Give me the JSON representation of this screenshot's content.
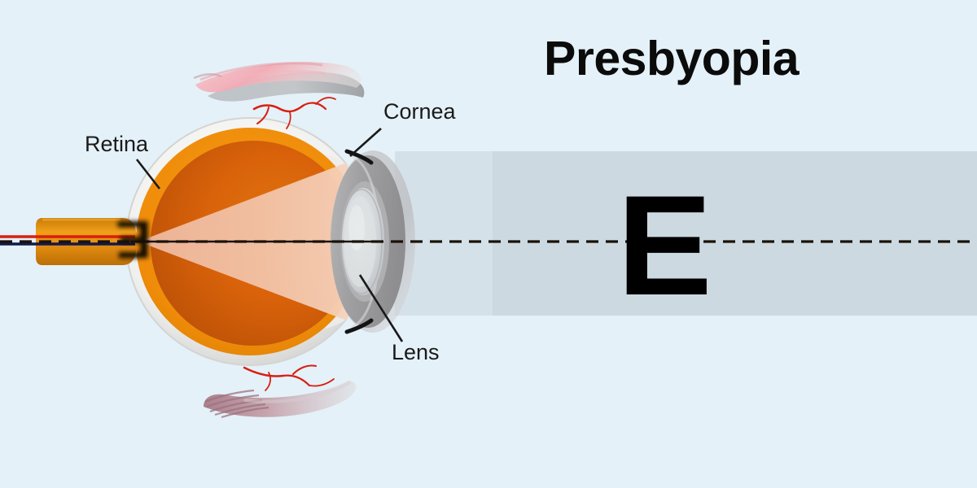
{
  "page": {
    "title": "Presbyopia",
    "background_color": "#e4f1f8",
    "subject": "eye-anatomy-presbyopia-diagram"
  },
  "colors": {
    "background": "#e4f1f8",
    "light_band": "#ccd9e0",
    "sclera_white": "#f2f2f0",
    "sclera_shadow": "#c9c9c7",
    "choroid_orange": "#ef8c09",
    "vitreous_orange": "#d9620a",
    "vitreous_dark": "#b44d06",
    "light_cone": "#f0bda0",
    "light_cone_bright": "#f6d2bc",
    "cornea_gray": "#9a9a9c",
    "cornea_light": "#c4c4c6",
    "lens_gray": "#c8ccce",
    "lens_highlight": "#dfe3e4",
    "muscle_pink": "#f2b6bd",
    "muscle_rose": "#b98490",
    "vessel_red": "#d81f12",
    "vessel_navy": "#131a4a",
    "optic_nerve": "#e08a10",
    "text_dark": "#111111",
    "optotype_black": "#000000",
    "axis_line": "#1a1208"
  },
  "title": {
    "text": "Presbyopia"
  },
  "labels": [
    {
      "id": "retina",
      "text": "Retina"
    },
    {
      "id": "cornea",
      "text": "Cornea"
    },
    {
      "id": "lens",
      "text": "Lens"
    }
  ],
  "optotype": {
    "letter": "E",
    "description": "snellen-chart-letter-E",
    "retinal_image_letter": "E"
  },
  "anatomy_parts": [
    "sclera",
    "choroid",
    "retina",
    "vitreous-humor",
    "cornea",
    "lens",
    "optic-nerve",
    "extraocular-muscle-superior",
    "extraocular-muscle-inferior",
    "blood-vessels",
    "light-cone",
    "optical-axis"
  ]
}
